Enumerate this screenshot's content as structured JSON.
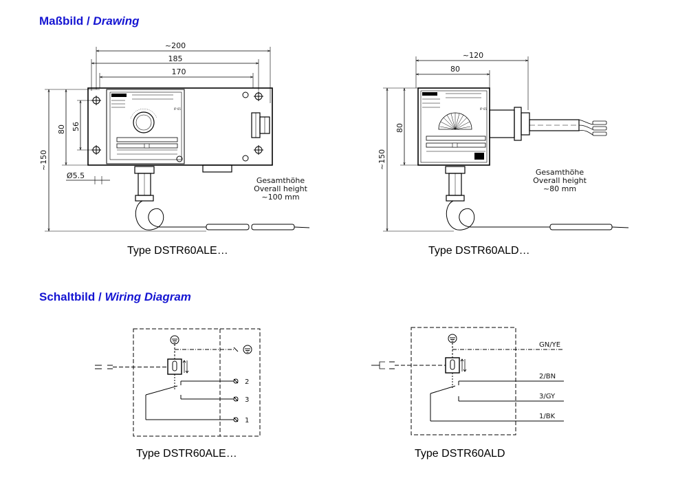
{
  "drawing_section": {
    "title_de": "Maßbild",
    "separator": "/",
    "title_en": "Drawing"
  },
  "wiring_section": {
    "title_de": "Schaltbild",
    "separator": "/",
    "title_en": "Wiring Diagram"
  },
  "drawing_ale": {
    "caption": "Type DSTR60ALE…",
    "dims": {
      "overall_width": "~200",
      "mount_width": "185",
      "body_width": "170",
      "height_80": "80",
      "hole_spacing": "56",
      "height_150": "~150",
      "hole_dia": "Ø5.5"
    },
    "note": {
      "line1": "Gesamthöhe",
      "line2": "Overall height",
      "line3": "~100 mm"
    },
    "ip_rating": "IP 65"
  },
  "drawing_ald": {
    "caption": "Type DSTR60ALD…",
    "dims": {
      "overall_width": "~120",
      "body_width": "80",
      "height_80": "80",
      "height_150": "~150"
    },
    "note": {
      "line1": "Gesamthöhe",
      "line2": "Overall height",
      "line3": "~80 mm"
    },
    "ip_rating": "IP 65"
  },
  "wiring_ale": {
    "caption": "Type DSTR60ALE…",
    "terminals": [
      "2",
      "3",
      "1"
    ]
  },
  "wiring_ald": {
    "caption": "Type DSTR60ALD",
    "wires": [
      "GN/YE",
      "2/BN",
      "3/GY",
      "1/BK"
    ]
  },
  "colors": {
    "heading": "#1515d2",
    "line": "#000000"
  }
}
